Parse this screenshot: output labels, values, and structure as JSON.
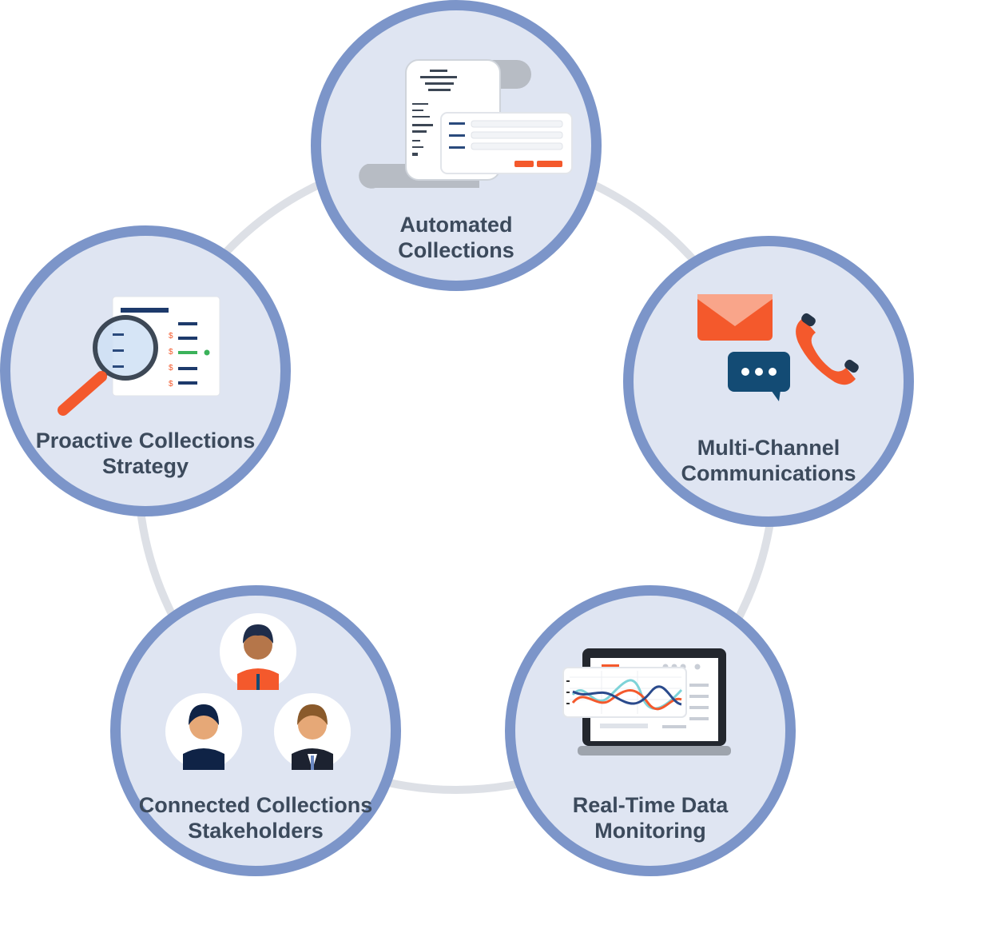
{
  "nodes": [
    {
      "id": "automated",
      "title_lines": [
        "Automated",
        "Collections"
      ],
      "icon": "invoice-receipt-icon"
    },
    {
      "id": "multichannel",
      "title_lines": [
        "Multi-Channel",
        "Communications"
      ],
      "icon": "communication-channels-icon"
    },
    {
      "id": "realtime",
      "title_lines": [
        "Real-Time Data",
        "Monitoring"
      ],
      "icon": "laptop-chart-icon"
    },
    {
      "id": "connected",
      "title_lines": [
        "Connected Collections",
        "Stakeholders"
      ],
      "icon": "people-group-icon"
    },
    {
      "id": "proactive",
      "title_lines": [
        "Proactive Collections",
        "Strategy"
      ],
      "icon": "magnifier-report-icon"
    }
  ],
  "colors": {
    "ring": "#dde0e6",
    "node_fill": "#dfe5f2",
    "node_border": "#7c95c9",
    "label": "#3c4a5c",
    "accent_orange": "#f4592c",
    "navy": "#1d3a6b"
  }
}
